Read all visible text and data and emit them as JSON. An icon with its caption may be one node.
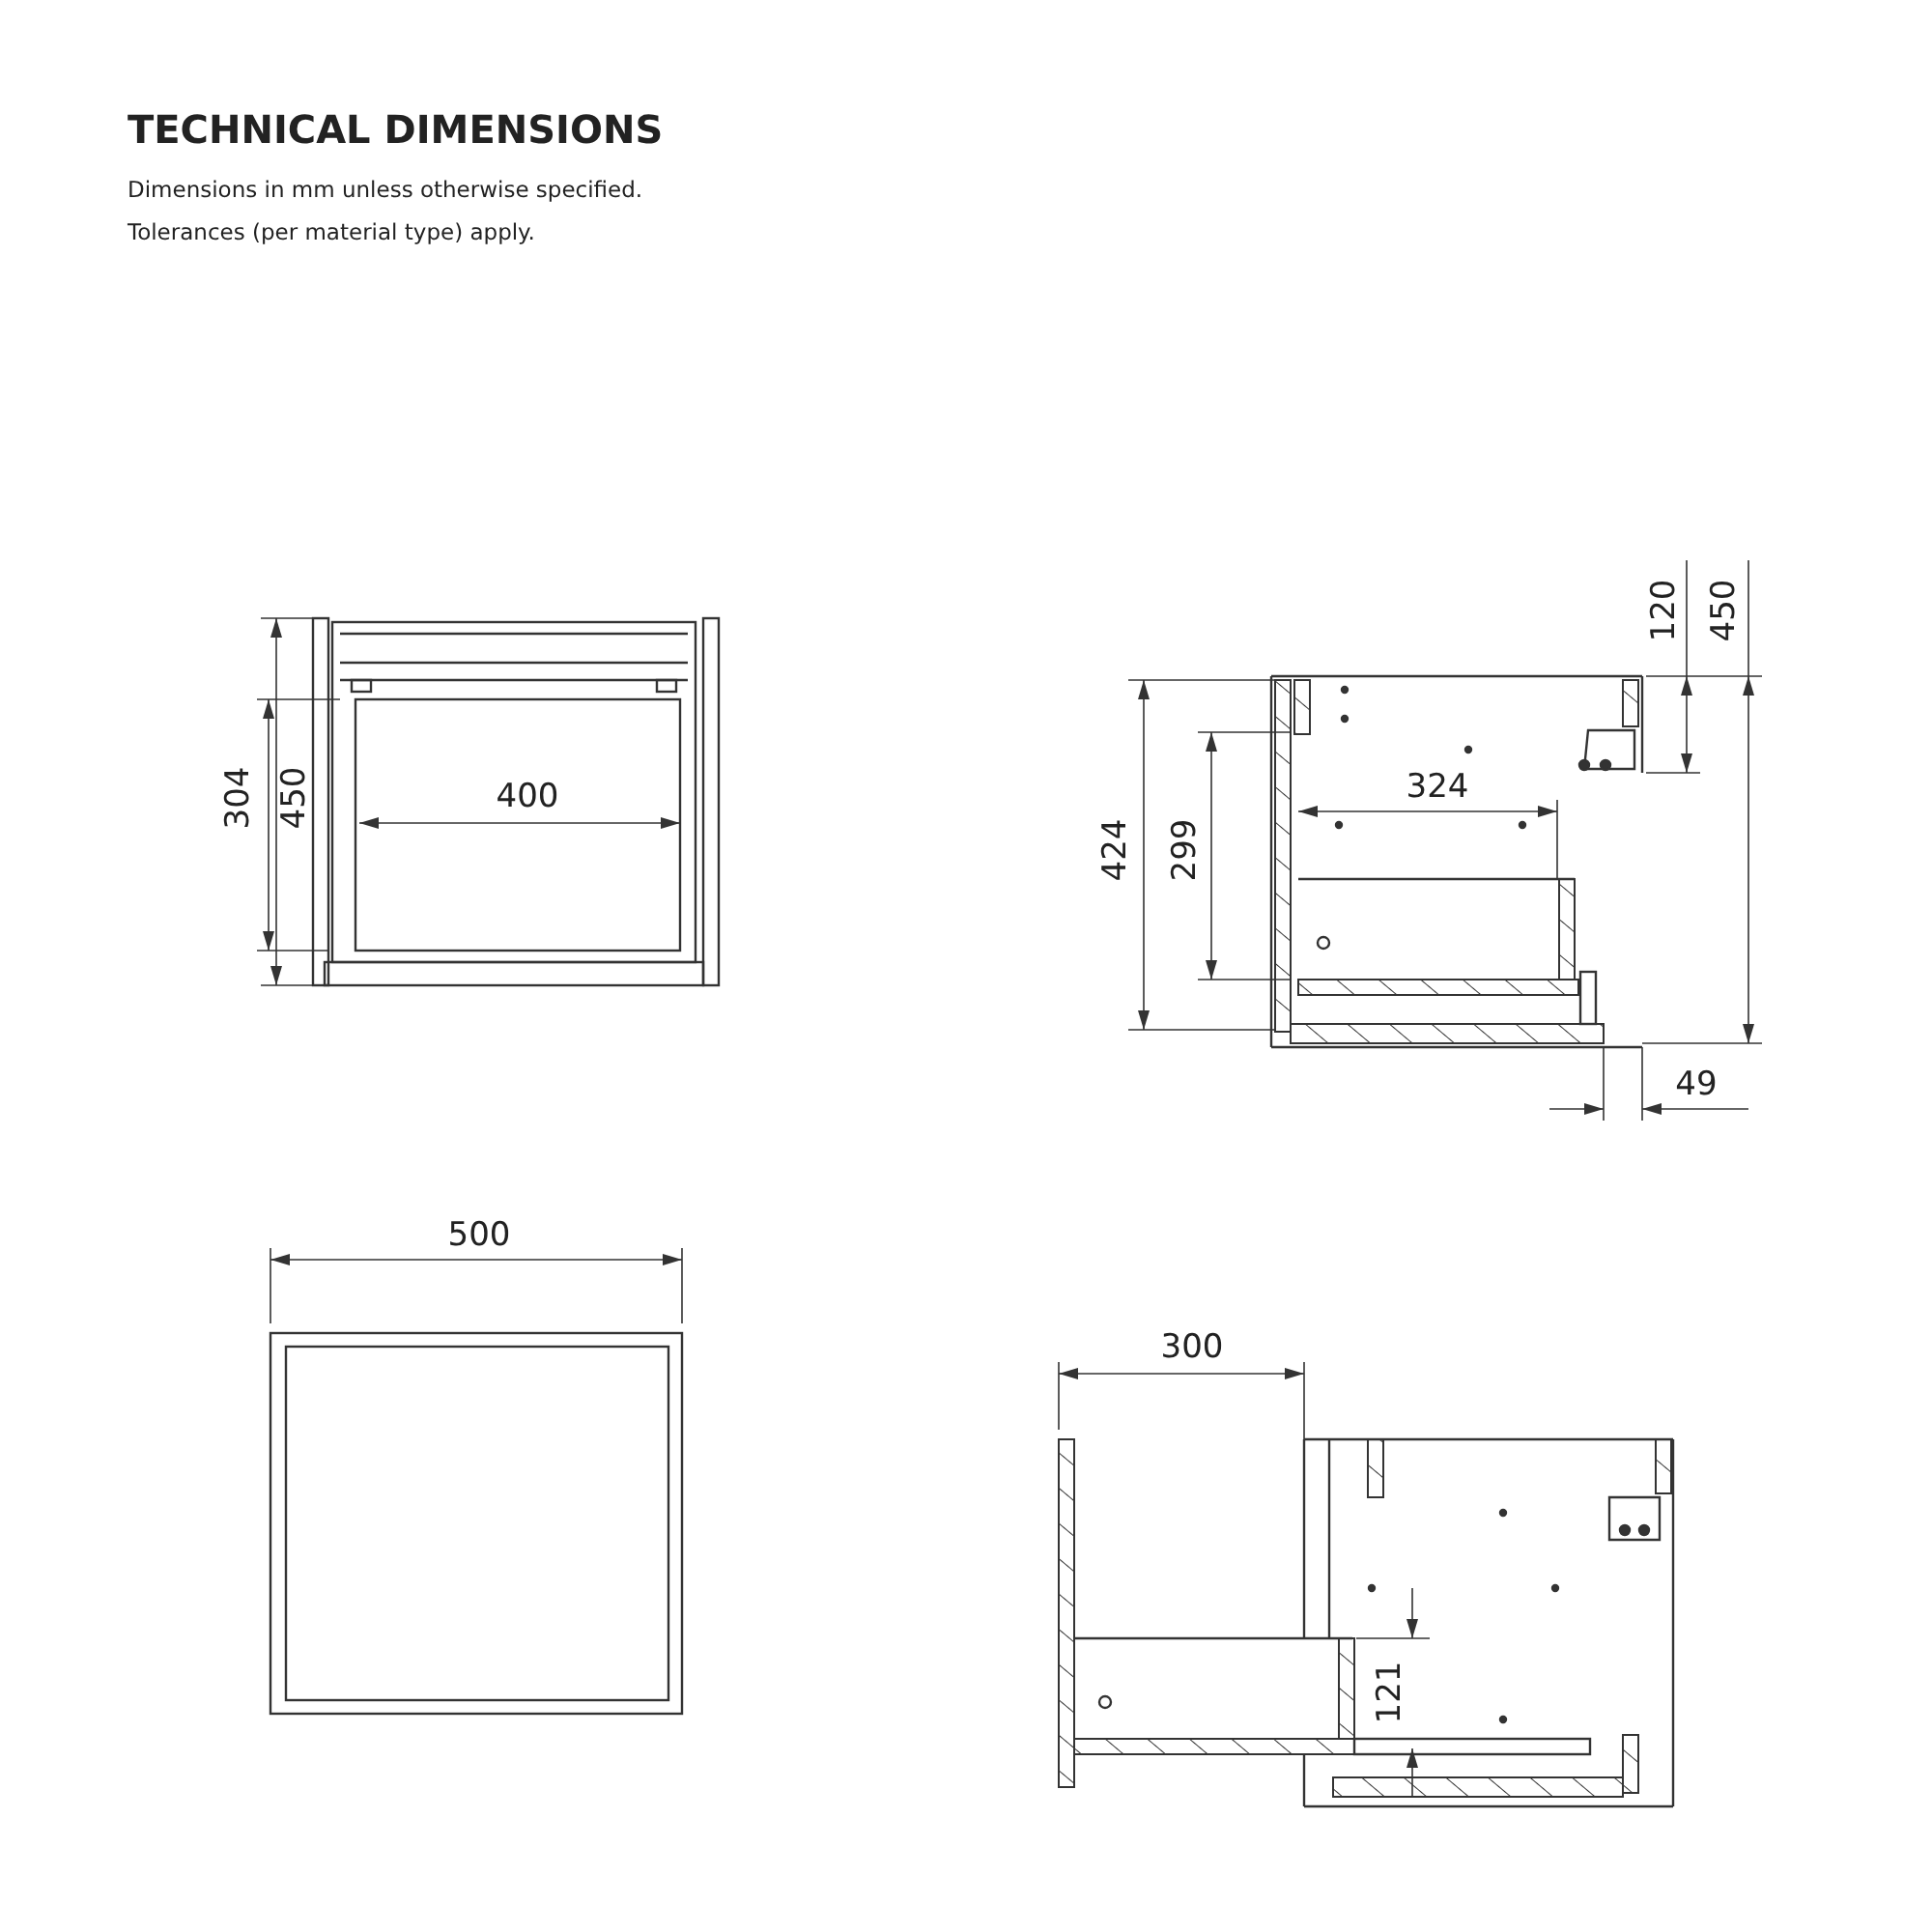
{
  "diagram": {
    "title": "TECHNICAL DIMENSIONS",
    "labels": [
      "Dimensions in mm unless otherwise specified.",
      "Tolerances (per material type) apply.",
      "120",
      "450",
      "304",
      "450",
      "400",
      "324",
      "424",
      "299",
      "49",
      "500",
      "300",
      "121"
    ]
  }
}
